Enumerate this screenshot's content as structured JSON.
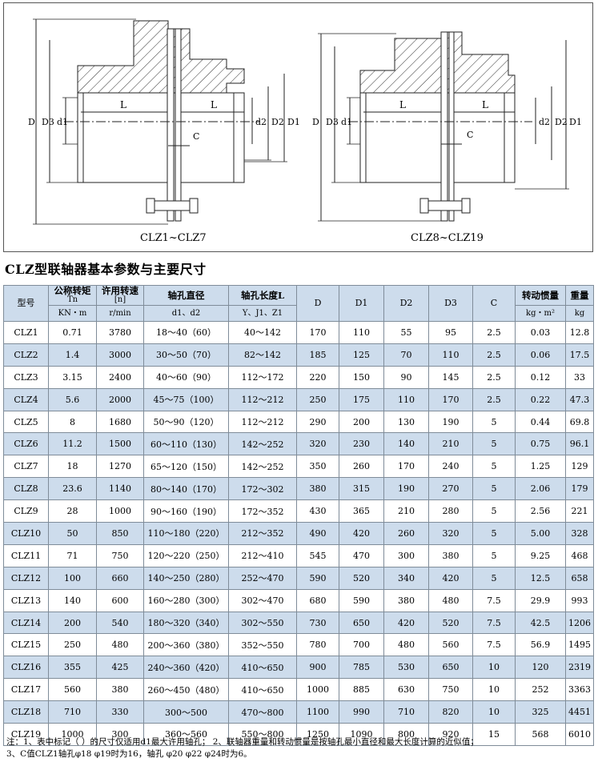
{
  "drawings": {
    "left_caption": "CLZ1~CLZ7",
    "right_caption": "CLZ8~CLZ19",
    "labels": {
      "D": "D",
      "D1": "D1",
      "D2": "D2",
      "D3": "D3",
      "d1": "d1",
      "d2": "d2",
      "L": "L",
      "C": "C"
    }
  },
  "table": {
    "title": "CLZ型联轴器基本参数与主要尺寸",
    "headers": {
      "model": "型号",
      "torque": "公称转矩",
      "torque_sub1": "Tn",
      "torque_sub2": "KN・m",
      "speed": "许用转速",
      "speed_sub1": "[n]",
      "speed_sub2": "r/min",
      "bore": "轴孔直径",
      "bore_sub": "d1、d2",
      "length": "轴孔长度L",
      "length_sub": "Y、J1、Z1",
      "D": "D",
      "D1": "D1",
      "D2": "D2",
      "D3": "D3",
      "C": "C",
      "inertia": "转动惯量",
      "inertia_sub": "kg・m²",
      "weight": "重量",
      "weight_sub": "kg"
    },
    "rows": [
      [
        "CLZ1",
        "0.71",
        "3780",
        "18～40（60）",
        "40～142",
        "170",
        "110",
        "55",
        "95",
        "2.5",
        "0.03",
        "12.8"
      ],
      [
        "CLZ2",
        "1.4",
        "3000",
        "30～50（70）",
        "82～142",
        "185",
        "125",
        "70",
        "110",
        "2.5",
        "0.06",
        "17.5"
      ],
      [
        "CLZ3",
        "3.15",
        "2400",
        "40～60（90）",
        "112～172",
        "220",
        "150",
        "90",
        "145",
        "2.5",
        "0.12",
        "33"
      ],
      [
        "CLZ4",
        "5.6",
        "2000",
        "45～75（100）",
        "112～212",
        "250",
        "175",
        "110",
        "170",
        "2.5",
        "0.22",
        "47.3"
      ],
      [
        "CLZ5",
        "8",
        "1680",
        "50～90（120）",
        "112～212",
        "290",
        "200",
        "130",
        "190",
        "5",
        "0.44",
        "69.8"
      ],
      [
        "CLZ6",
        "11.2",
        "1500",
        "60～110（130）",
        "142～252",
        "320",
        "230",
        "140",
        "210",
        "5",
        "0.75",
        "96.1"
      ],
      [
        "CLZ7",
        "18",
        "1270",
        "65～120（150）",
        "142～252",
        "350",
        "260",
        "170",
        "240",
        "5",
        "1.25",
        "129"
      ],
      [
        "CLZ8",
        "23.6",
        "1140",
        "80～140（170）",
        "172～302",
        "380",
        "315",
        "190",
        "270",
        "5",
        "2.06",
        "179"
      ],
      [
        "CLZ9",
        "28",
        "1000",
        "90～160（190）",
        "172～352",
        "430",
        "365",
        "210",
        "280",
        "5",
        "2.56",
        "221"
      ],
      [
        "CLZ10",
        "50",
        "850",
        "110～180（220）",
        "212～352",
        "490",
        "420",
        "260",
        "320",
        "5",
        "5.00",
        "328"
      ],
      [
        "CLZ11",
        "71",
        "750",
        "120～220（250）",
        "212～410",
        "545",
        "470",
        "300",
        "380",
        "5",
        "9.25",
        "468"
      ],
      [
        "CLZ12",
        "100",
        "660",
        "140～250（280）",
        "252～470",
        "590",
        "520",
        "340",
        "420",
        "5",
        "12.5",
        "658"
      ],
      [
        "CLZ13",
        "140",
        "600",
        "160～280（300）",
        "302～470",
        "680",
        "590",
        "380",
        "480",
        "7.5",
        "29.9",
        "993"
      ],
      [
        "CLZ14",
        "200",
        "540",
        "180～320（340）",
        "302～550",
        "730",
        "650",
        "420",
        "520",
        "7.5",
        "42.5",
        "1206"
      ],
      [
        "CLZ15",
        "250",
        "480",
        "200～360（380）",
        "352～550",
        "780",
        "700",
        "480",
        "560",
        "7.5",
        "56.9",
        "1495"
      ],
      [
        "CLZ16",
        "355",
        "425",
        "240～360（420）",
        "410～650",
        "900",
        "785",
        "530",
        "650",
        "10",
        "120",
        "2319"
      ],
      [
        "CLZ17",
        "560",
        "380",
        "260～450（480）",
        "410～650",
        "1000",
        "885",
        "630",
        "750",
        "10",
        "252",
        "3363"
      ],
      [
        "CLZ18",
        "710",
        "330",
        "300～500",
        "470～800",
        "1100",
        "990",
        "710",
        "820",
        "10",
        "325",
        "4451"
      ],
      [
        "CLZ19",
        "1000",
        "300",
        "360～560",
        "550～800",
        "1250",
        "1090",
        "800",
        "920",
        "15",
        "568",
        "6010"
      ]
    ]
  },
  "notes": {
    "line1": "注：1、表中标记（ ）的尺寸仅适用d1最大许用轴孔；  2、联轴器重量和转动惯量是按轴孔最小直径和最大长度计算的近似值；",
    "line2": "      3、C值CLZ1轴孔φ18 φ19时为16，轴孔 φ20 φ22 φ24时为6。"
  }
}
